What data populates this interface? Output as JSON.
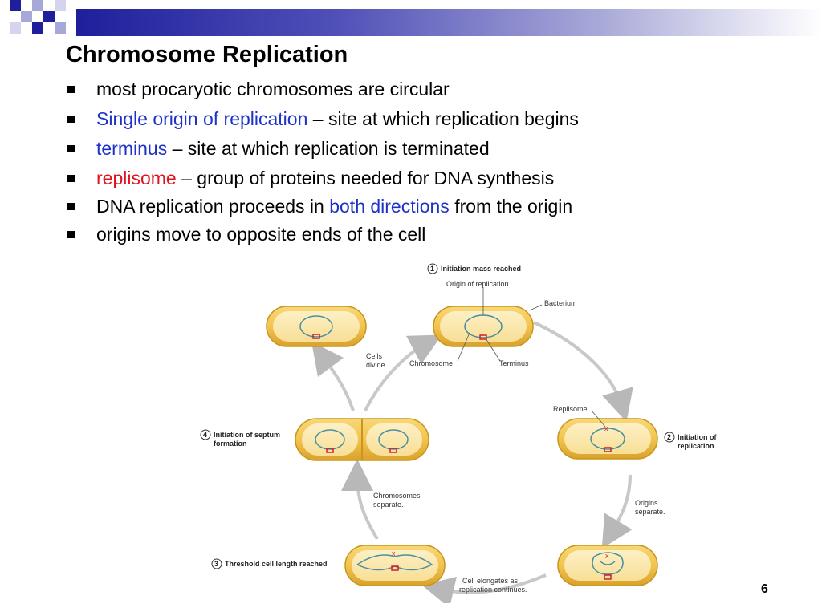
{
  "slide": {
    "title": "Chromosome Replication",
    "page_number": "6",
    "bullets": [
      {
        "parts": [
          {
            "text": "most procaryotic chromosomes are circular",
            "color": "#000000"
          }
        ]
      },
      {
        "parts": [
          {
            "text": "Single origin of replication",
            "color": "#1e32c8"
          },
          {
            "text": " – site at which replication begins",
            "color": "#000000"
          }
        ]
      },
      {
        "parts": [
          {
            "text": "terminus",
            "color": "#1e32c8"
          },
          {
            "text": " – site at which replication is terminated",
            "color": "#000000"
          }
        ]
      },
      {
        "parts": [
          {
            "text": "replisome",
            "color": "#e0141e"
          },
          {
            "text": " – group of proteins needed for DNA synthesis",
            "color": "#000000"
          }
        ]
      },
      {
        "parts": [
          {
            "text": "DNA replication proceeds in ",
            "color": "#000000"
          },
          {
            "text": "both directions",
            "color": "#1e32c8"
          },
          {
            "text": " from the origin",
            "color": "#000000"
          }
        ]
      },
      {
        "parts": [
          {
            "text": "origins move to opposite ends of the cell",
            "color": "#000000"
          }
        ]
      }
    ]
  },
  "figure": {
    "steps": [
      {
        "number": "1",
        "label": "Initiation mass reached"
      },
      {
        "number": "2",
        "label_line1": "Initiation of",
        "label_line2": "replication"
      },
      {
        "number": "3",
        "label": "Threshold cell length reached"
      },
      {
        "number": "4",
        "label_line1": "Initiation of septum",
        "label_line2": "formation"
      }
    ],
    "labels": {
      "origin": "Origin of replication",
      "bacterium": "Bacterium",
      "chromosome": "Chromosome",
      "terminus": "Terminus",
      "replisome": "Replisome",
      "cells_divide_1": "Cells",
      "cells_divide_2": "divide.",
      "chromosomes_separate_1": "Chromosomes",
      "chromosomes_separate_2": "separate.",
      "origins_separate_1": "Origins",
      "origins_separate_2": "separate.",
      "cell_elongates_1": "Cell elongates as",
      "cell_elongates_2": "replication continues."
    },
    "colors": {
      "cell_fill": "#f2c44e",
      "cell_edge": "#c9951c",
      "cell_inner": "#fbe8a8",
      "dna": "#4a8fa0",
      "marker": "#d0202a",
      "arrow": "#b8b8b8"
    }
  }
}
